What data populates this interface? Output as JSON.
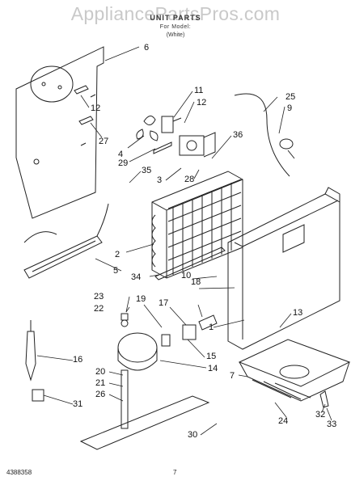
{
  "watermark": "AppliancePartsPros.com",
  "header": {
    "title": "UNIT PARTS",
    "line2": "For Model: ",
    "line3": "(White)"
  },
  "callouts": [
    "6",
    "11",
    "12",
    "12",
    "25",
    "9",
    "27",
    "4",
    "29",
    "36",
    "3",
    "28",
    "35",
    "2",
    "5",
    "34",
    "10",
    "18",
    "23",
    "19",
    "17",
    "22",
    "1",
    "13",
    "16",
    "15",
    "14",
    "20",
    "7",
    "21",
    "26",
    "31",
    "24",
    "32",
    "33",
    "30"
  ],
  "footer": {
    "doc_number": "4388358",
    "page": "7"
  }
}
